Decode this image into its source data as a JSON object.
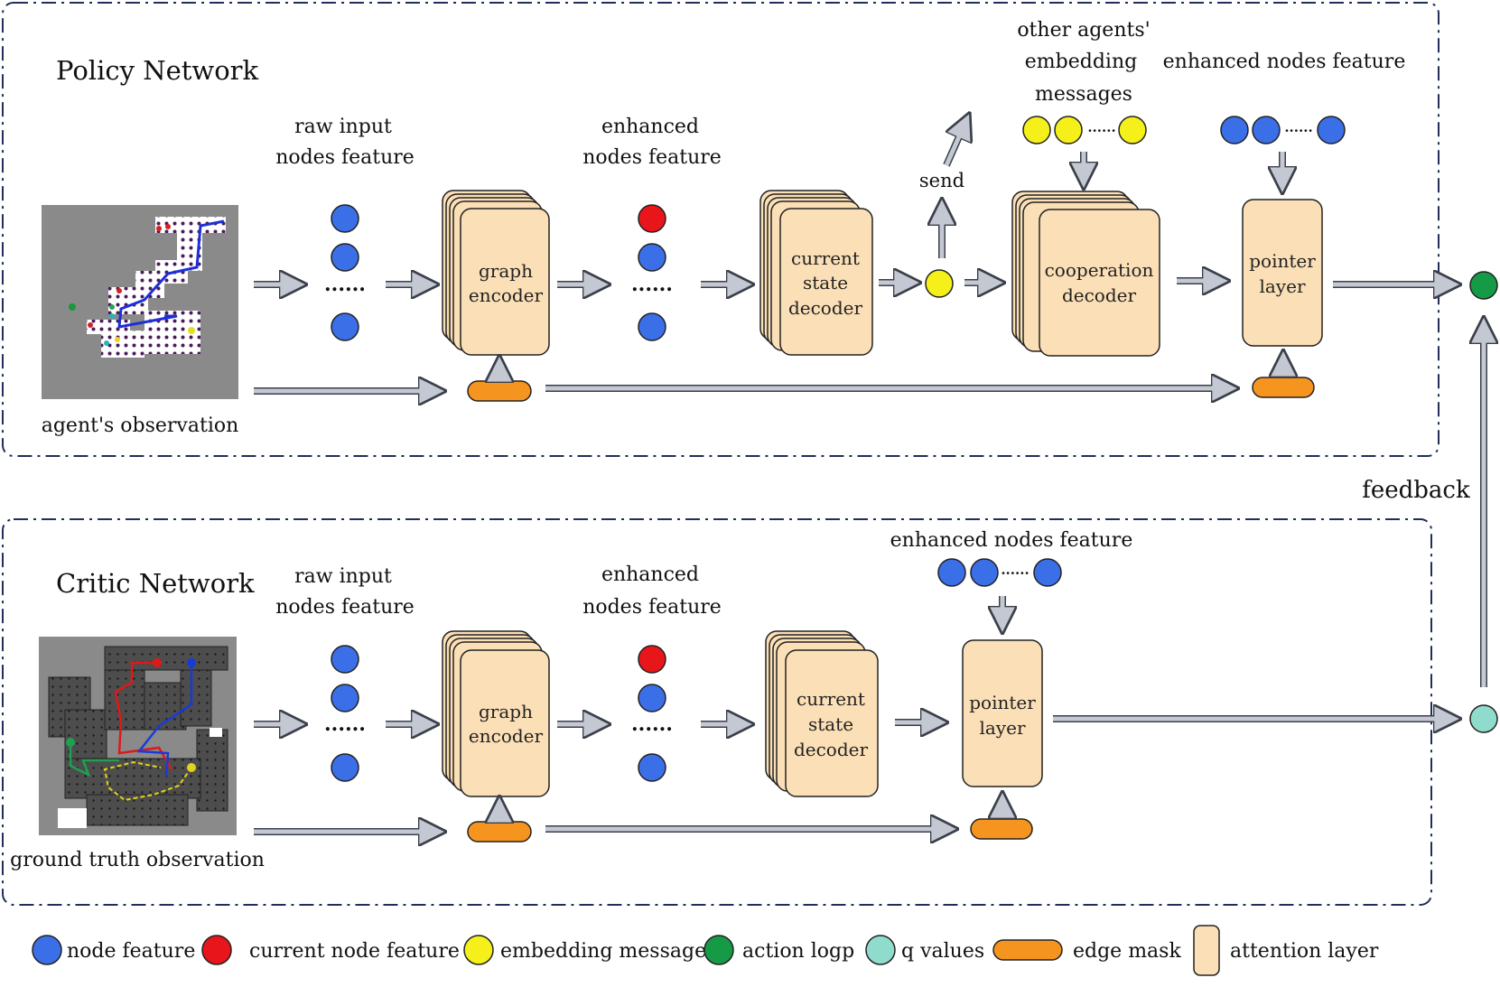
{
  "colors": {
    "node": "#3b6fe8",
    "current_node": "#e8151b",
    "embedding": "#f5f01a",
    "action": "#159a45",
    "qvalue": "#8fdccd",
    "edge_mask": "#f5941e",
    "attention": "#fbdfb6",
    "arrow": "#c4c8d2",
    "frame": "#1f2f5a"
  },
  "policy": {
    "title": "Policy Network",
    "observation_caption": "agent's observation",
    "raw_label": [
      "raw input",
      "nodes feature"
    ],
    "enh_label": [
      "enhanced",
      "nodes feature"
    ],
    "send_label": "send",
    "other_label": [
      "other agents'",
      "embedding",
      "messages"
    ],
    "enh_right_label": "enhanced nodes feature",
    "graph_encoder": [
      "graph",
      "encoder"
    ],
    "state_decoder": [
      "current",
      "state",
      "decoder"
    ],
    "coop_decoder": [
      "cooperation",
      "decoder"
    ],
    "pointer": [
      "pointer",
      "layer"
    ],
    "ellipsis": "......"
  },
  "feedback": "feedback",
  "critic": {
    "title": "Critic Network",
    "observation_caption": "ground truth observation",
    "raw_label": [
      "raw input",
      "nodes feature"
    ],
    "enh_label": [
      "enhanced",
      "nodes feature"
    ],
    "enh_right_label": "enhanced nodes feature",
    "graph_encoder": [
      "graph",
      "encoder"
    ],
    "state_decoder": [
      "current",
      "state",
      "decoder"
    ],
    "pointer": [
      "pointer",
      "layer"
    ],
    "ellipsis": "......"
  },
  "legend": [
    {
      "label": "node feature",
      "icon": "node-feature-icon"
    },
    {
      "label": "current node feature",
      "icon": "current-node-icon"
    },
    {
      "label": "embedding message",
      "icon": "embedding-message-icon"
    },
    {
      "label": "action logp",
      "icon": "action-logp-icon"
    },
    {
      "label": "q values",
      "icon": "q-values-icon"
    },
    {
      "label": "edge mask",
      "icon": "edge-mask-icon"
    },
    {
      "label": "attention layer",
      "icon": "attention-layer-icon"
    }
  ]
}
